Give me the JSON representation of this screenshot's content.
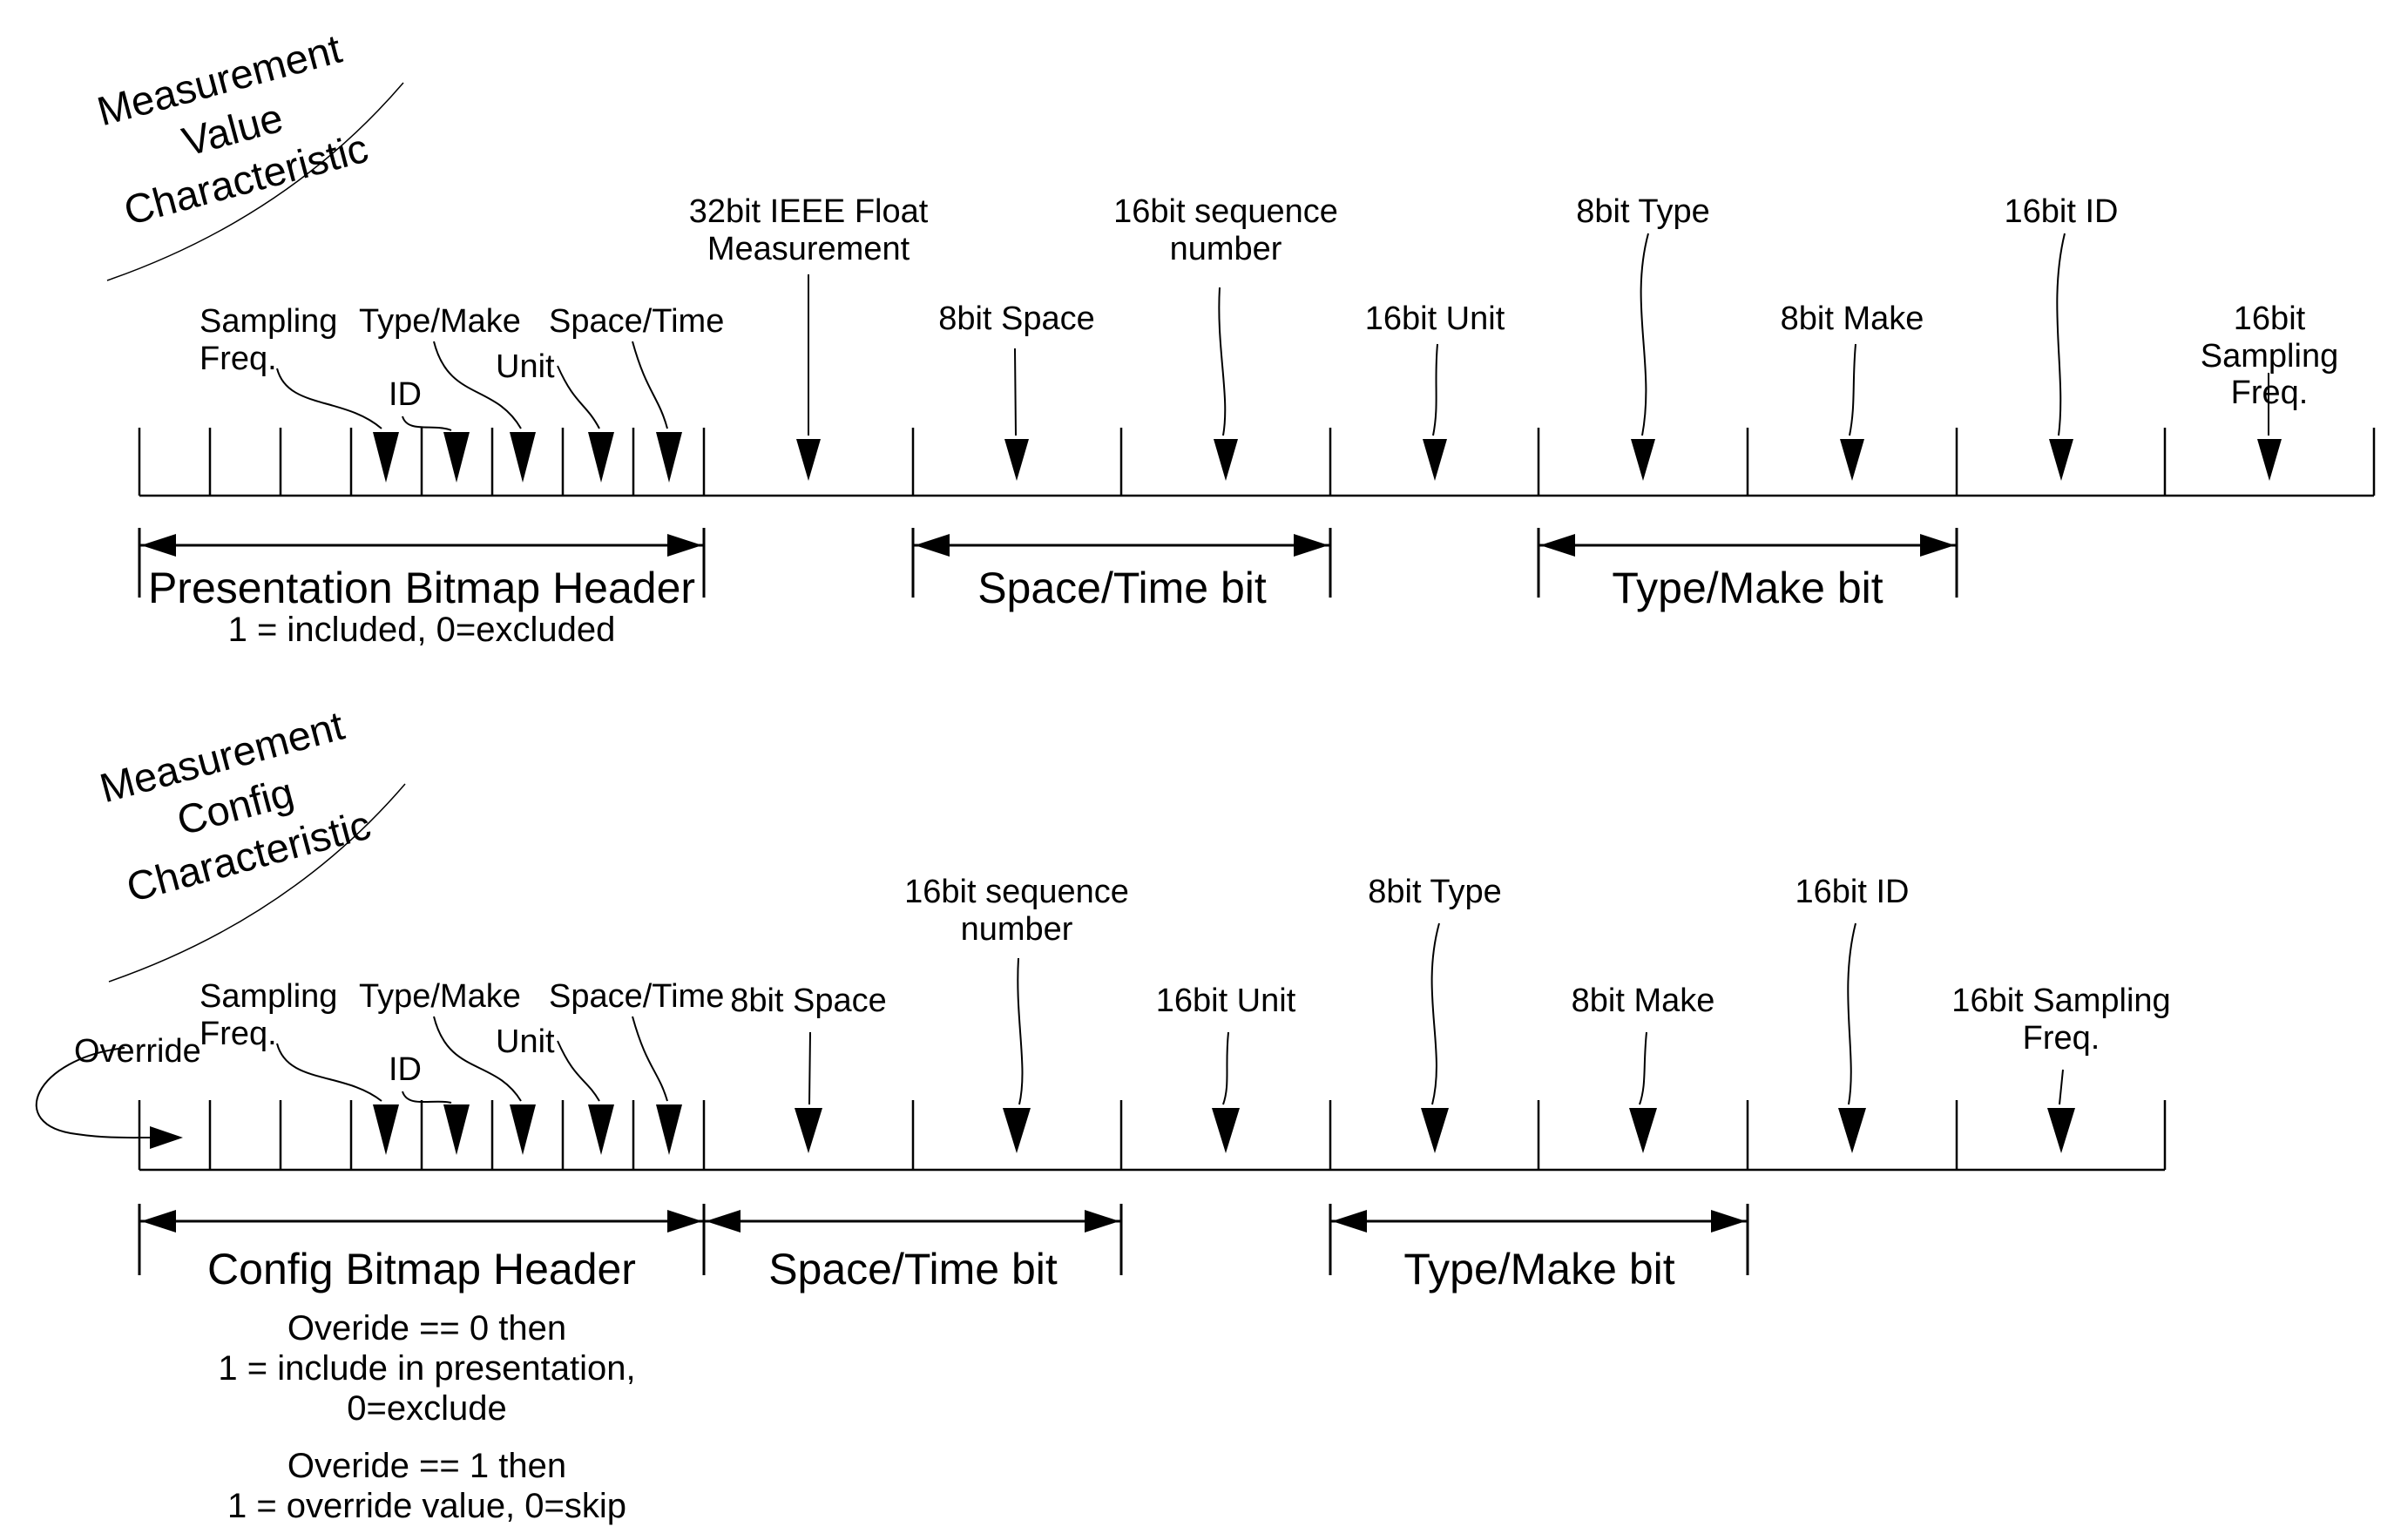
{
  "value_characteristic": {
    "title": "Measurement\nValue\nCharacteristic",
    "bit_labels": {
      "sampling_freq": "Sampling\nFreq.",
      "id": "ID",
      "type_make": "Type/Make",
      "unit": "Unit",
      "space_time": "Space/Time"
    },
    "fields": {
      "float": "32bit IEEE Float\nMeasurement",
      "space": "8bit Space",
      "sequence": "16bit sequence\nnumber",
      "unit": "16bit Unit",
      "type": "8bit Type",
      "make": "8bit Make",
      "id": "16bit ID",
      "sampling": "16bit Sampling\nFreq."
    },
    "header_span_label": "Presentation Bitmap Header",
    "header_note": "1 = included, 0=excluded",
    "space_time_span_label": "Space/Time bit",
    "type_make_span_label": "Type/Make bit"
  },
  "config_characteristic": {
    "title": "Measurement\nConfig\nCharacteristic",
    "override_label": "Override",
    "bit_labels": {
      "sampling_freq": "Sampling\nFreq.",
      "id": "ID",
      "type_make": "Type/Make",
      "unit": "Unit",
      "space_time": "Space/Time"
    },
    "fields": {
      "space": "8bit Space",
      "sequence": "16bit sequence\nnumber",
      "unit": "16bit Unit",
      "type": "8bit Type",
      "make": "8bit Make",
      "id": "16bit ID",
      "sampling": "16bit Sampling\nFreq."
    },
    "header_span_label": "Config Bitmap Header",
    "space_time_span_label": "Space/Time bit",
    "type_make_span_label": "Type/Make bit",
    "override_notes": {
      "case0": [
        "Overide == 0 then",
        "1 = include in presentation,",
        "0=exclude"
      ],
      "case1": [
        "Overide == 1 then",
        "1 = override value, 0=skip"
      ]
    }
  }
}
